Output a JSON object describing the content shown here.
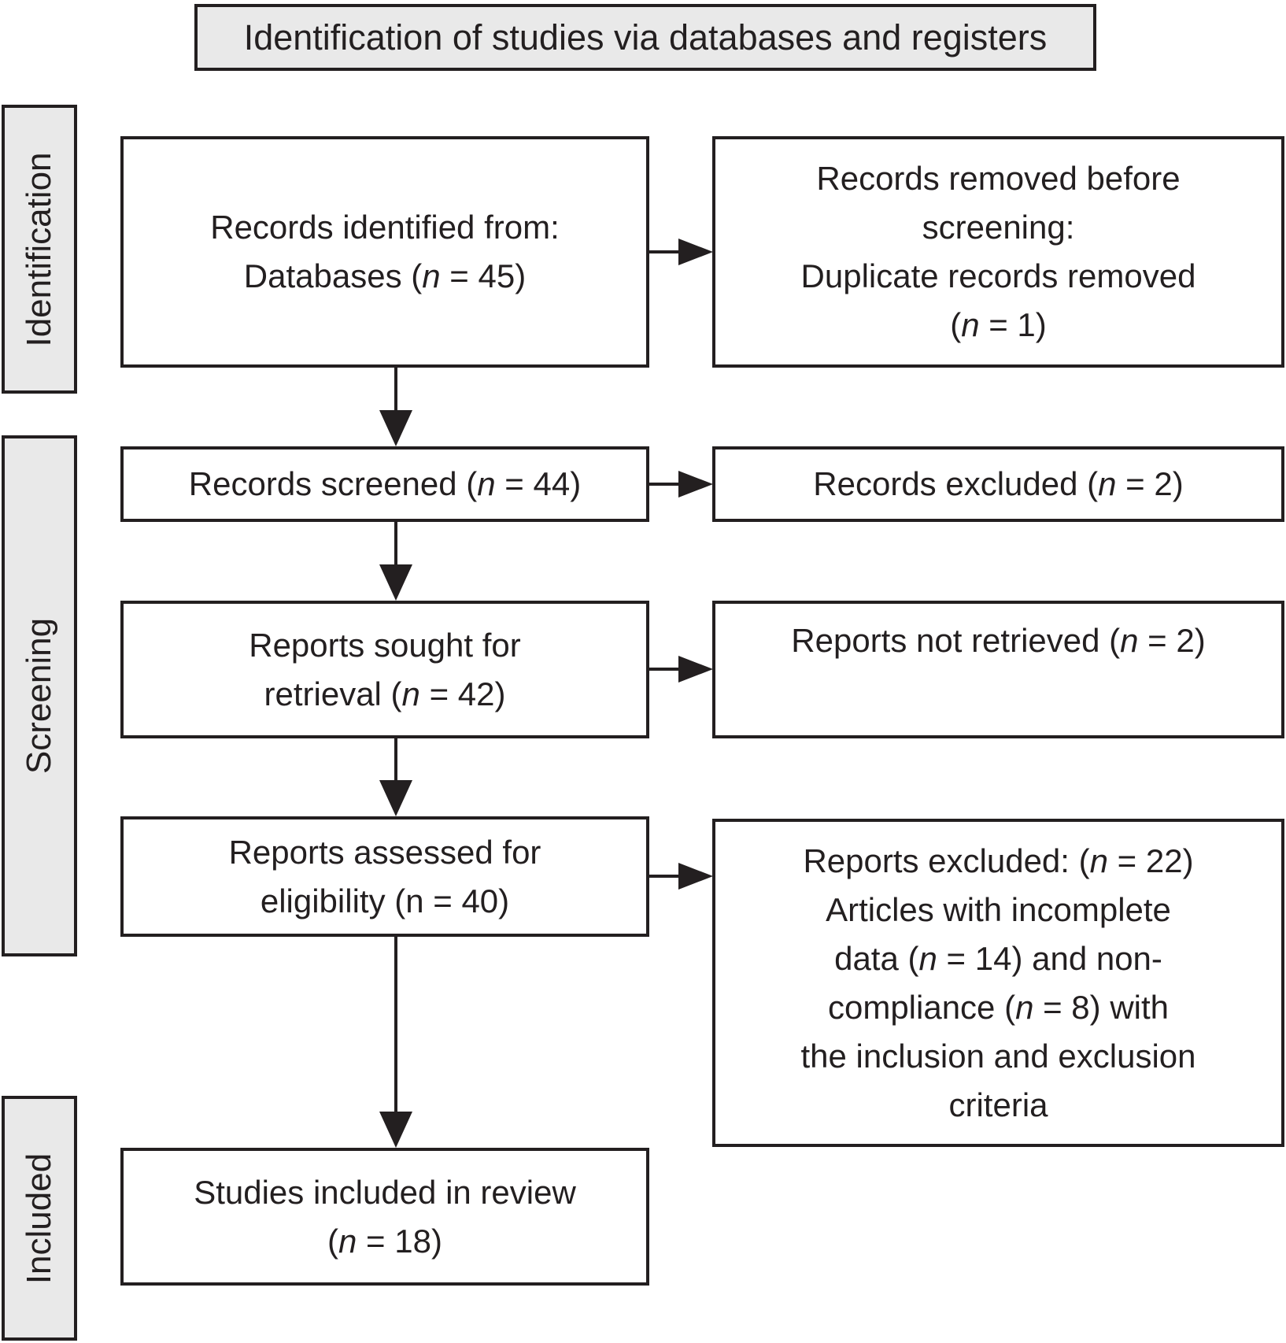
{
  "title": "Identification of studies via databases and registers",
  "stages": {
    "identification": "Identification",
    "screening": "Screening",
    "included": "Included"
  },
  "boxes": {
    "identified": {
      "lines": [
        "Records identified from:",
        "Databases (n = 45)"
      ]
    },
    "removed": {
      "lines": [
        "Records removed before",
        "screening:",
        "Duplicate records removed",
        "(n = 1)"
      ]
    },
    "screened": {
      "lines": [
        "Records screened (n = 44)"
      ]
    },
    "excluded": {
      "lines": [
        "Records excluded (n = 2)"
      ]
    },
    "sought": {
      "lines": [
        "Reports sought for",
        "retrieval (n = 42)"
      ]
    },
    "not_retrieved": {
      "lines": [
        "Reports not retrieved (n = 2)"
      ]
    },
    "assessed": {
      "lines": [
        "Reports assessed for",
        "eligibility (n = 40)"
      ]
    },
    "reports_excluded": {
      "lines": [
        "Reports excluded: (n = 22)",
        "Articles with incomplete",
        "data (n = 14) and non-",
        "compliance (n = 8) with",
        "the inclusion and exclusion",
        "criteria"
      ]
    },
    "included_review": {
      "lines": [
        "Studies included in review",
        "(n = 18)"
      ]
    }
  },
  "colors": {
    "line": "#231f20",
    "label_fill": "#e9e9e9",
    "box_fill": "#ffffff"
  }
}
